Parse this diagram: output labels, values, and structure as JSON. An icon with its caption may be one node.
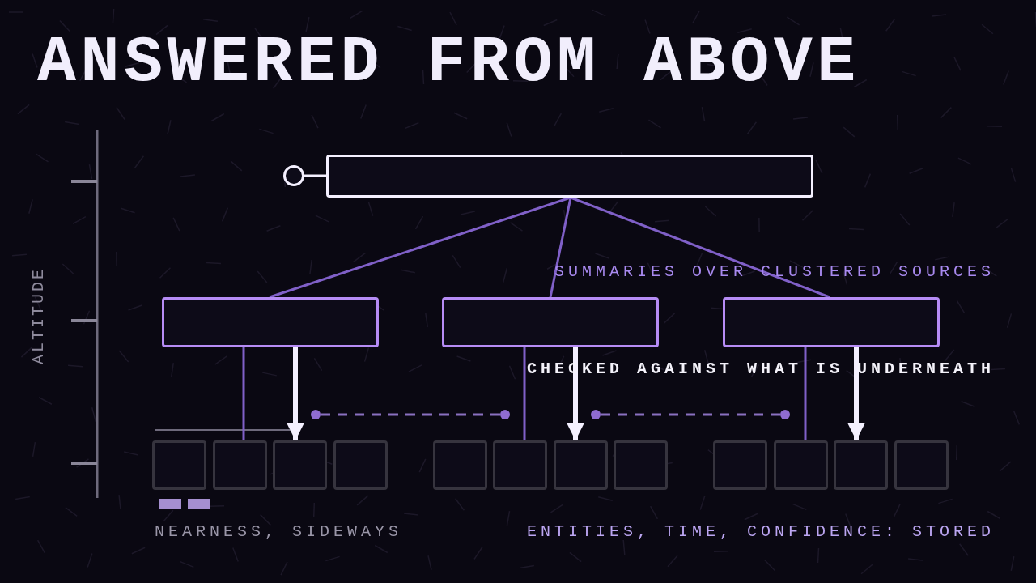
{
  "diagram": {
    "title": "ANSWERED FROM ABOVE",
    "nodes": [
      {
        "text": [],
        "shape": "circle"
      },
      {
        "text": [],
        "shape": "box"
      },
      {
        "text": [],
        "shape": "box"
      },
      {
        "text": [],
        "shape": "box"
      },
      {
        "text": [],
        "shape": "box"
      },
      {
        "text": [],
        "shape": "circle"
      },
      {
        "text": [],
        "shape": "circle"
      },
      {
        "text": [],
        "shape": "circle"
      },
      {
        "text": [],
        "shape": "circle"
      },
      {
        "text": [],
        "shape": "box"
      },
      {
        "text": [],
        "shape": "box"
      },
      {
        "text": [],
        "shape": "box"
      },
      {
        "text": [],
        "shape": "box"
      },
      {
        "text": [],
        "shape": "box"
      },
      {
        "text": [],
        "shape": "box"
      },
      {
        "text": [],
        "shape": "box"
      },
      {
        "text": [],
        "shape": "box"
      },
      {
        "text": [],
        "shape": "box"
      },
      {
        "text": [],
        "shape": "box"
      },
      {
        "text": [],
        "shape": "box"
      },
      {
        "text": [],
        "shape": "box"
      }
    ],
    "edges": [
      {
        "from": 0,
        "to": 1,
        "arrow": "none",
        "color": "#f4f0ff"
      },
      {
        "from": 1,
        "to": 2,
        "arrow": "none"
      },
      {
        "from": 1,
        "to": 3,
        "arrow": "none"
      },
      {
        "from": 1,
        "to": 4,
        "arrow": "none"
      },
      {
        "from": 2,
        "to": 10,
        "arrow": "none"
      },
      {
        "from": 2,
        "to": 11,
        "arrow": "to",
        "style": "thick",
        "color": "#f4f0ff"
      },
      {
        "from": 3,
        "to": 14,
        "arrow": "none"
      },
      {
        "from": 3,
        "to": 15,
        "arrow": "to",
        "style": "thick",
        "color": "#f4f0ff"
      },
      {
        "from": 4,
        "to": 18,
        "arrow": "none"
      },
      {
        "from": 4,
        "to": 19,
        "arrow": "to",
        "style": "thick",
        "color": "#f4f0ff"
      },
      {
        "from": 5,
        "to": 6,
        "arrow": "none",
        "style": "dashed"
      },
      {
        "from": 7,
        "to": 8,
        "arrow": "none",
        "style": "dashed"
      }
    ],
    "labels": [
      "ALTITUDE",
      "SUMMARIES OVER CLUSTERED SOURCES",
      "CHECKED AGAINST WHAT IS UNDERNEATH",
      "NEARNESS, SIDEWAYS",
      "ENTITIES, TIME, CONFIDENCE: STORED"
    ]
  }
}
